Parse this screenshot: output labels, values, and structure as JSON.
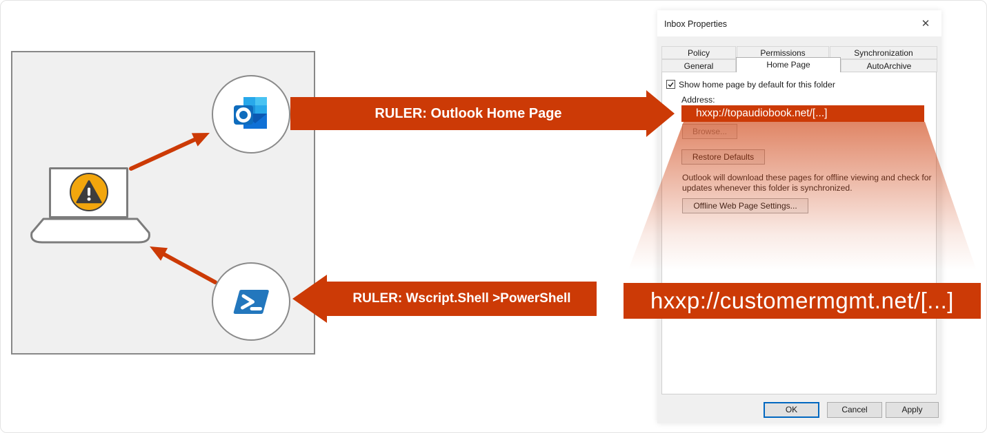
{
  "diagram": {
    "banner_top_label": "RULER: Outlook Home Page",
    "banner_bottom_label": "RULER: Wscript.Shell >PowerShell",
    "payload_url": "hxxp://customermgmt.net/[...]"
  },
  "dialog": {
    "title": "Inbox Properties",
    "close_glyph": "✕",
    "tabs_back": [
      "Policy",
      "Permissions",
      "Synchronization"
    ],
    "tabs_front": [
      "General",
      "Home Page",
      "AutoArchive"
    ],
    "active_tab": "Home Page",
    "checkbox_label": "Show home page by default for this folder",
    "checkbox_checked": true,
    "address_label": "Address:",
    "address_value": "hxxp://topaudiobook.net/[...]",
    "offline_note": "Outlook will download these pages for offline viewing and check for updates whenever this folder is synchronized.",
    "buttons": {
      "browse": "Browse...",
      "restore_defaults": "Restore Defaults",
      "offline_settings": "Offline Web Page Settings...",
      "ok": "OK",
      "cancel": "Cancel",
      "apply": "Apply"
    }
  },
  "colors": {
    "accent_red": "#cc3a06",
    "warning_amber": "#f2a60d",
    "outlook_blue": "#0f6cbd",
    "powershell_blue": "#2377bd"
  }
}
